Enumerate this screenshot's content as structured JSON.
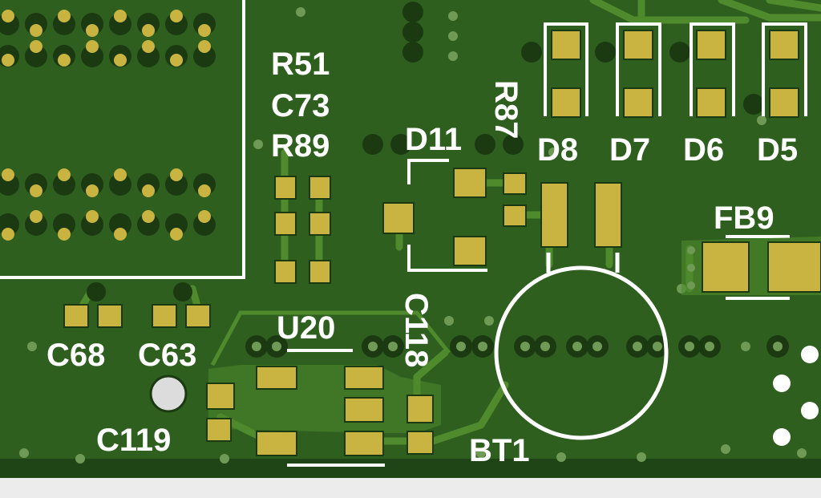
{
  "colors": {
    "board": "#2e5f1f",
    "board_edge": "#1f4416",
    "copper": "#4f8a2c",
    "pad": "#c9b441",
    "via_ring": "#1b3a12",
    "silk": "#ffffff",
    "background": "#ececec"
  },
  "labels": {
    "r51": "R51",
    "c73": "C73",
    "r89": "R89",
    "d11": "D11",
    "r87": "R87",
    "d8": "D8",
    "d7": "D7",
    "d6": "D6",
    "d5": "D5",
    "fb9": "FB9",
    "c68": "C68",
    "c63": "C63",
    "u20": "U20",
    "c118": "C118",
    "c119": "C119",
    "bt1": "BT1"
  }
}
